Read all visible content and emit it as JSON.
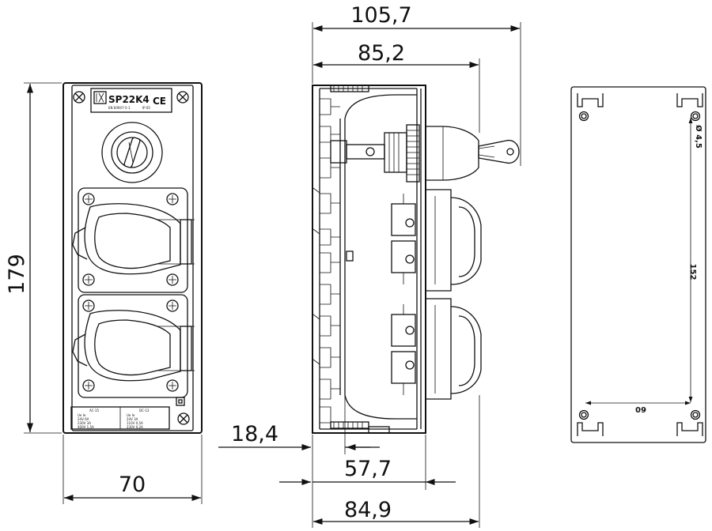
{
  "dimensions": {
    "front_height": "179",
    "front_width": "70",
    "side_total_width": "105,7",
    "side_body_width": "85,2",
    "side_offset": "18,4",
    "side_depth": "57,7",
    "side_bottom_width": "84,9",
    "back_hole_spacing_vertical": "152",
    "back_hole_spacing_horizontal": "60",
    "back_hole_diameter": "Ø 4,5"
  },
  "front_panel": {
    "model_label": "SP22K4",
    "ce_mark": "CE",
    "brand_logo": "logo-icon",
    "label_line": "EN 60947-5-1",
    "ip_rating": "IP 65",
    "rating_left_header": "AC-15",
    "rating_right_header": "DC-13",
    "rating_left_rows": [
      "Ue  Ie",
      "24V  6A",
      "230V 3A",
      "400V 1,5A"
    ],
    "rating_right_rows": [
      "Ue  Ie",
      "24V  3A",
      "110V 0,5A",
      "230V 0,2A"
    ]
  }
}
